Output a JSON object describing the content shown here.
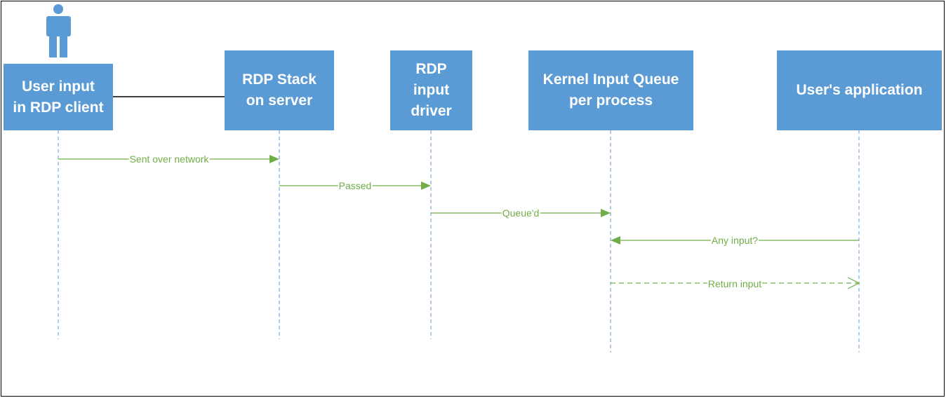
{
  "participants": [
    {
      "id": "client",
      "label": "User input\nin RDP client"
    },
    {
      "id": "stack",
      "label": "RDP Stack\non server"
    },
    {
      "id": "driver",
      "label": "RDP\ninput\ndriver"
    },
    {
      "id": "kernel",
      "label": "Kernel Input Queue\nper process"
    },
    {
      "id": "app",
      "label": "User's application"
    }
  ],
  "messages": [
    {
      "from": "client",
      "to": "stack",
      "label": "Sent over network",
      "style": "solid"
    },
    {
      "from": "stack",
      "to": "driver",
      "label": "Passed",
      "style": "solid"
    },
    {
      "from": "driver",
      "to": "kernel",
      "label": "Queue'd",
      "style": "solid"
    },
    {
      "from": "app",
      "to": "kernel",
      "label": "Any input?",
      "style": "solid"
    },
    {
      "from": "kernel",
      "to": "app",
      "label": "Return input",
      "style": "dashed"
    }
  ],
  "colors": {
    "box": "#5b9bd5",
    "box_text": "#ffffff",
    "lifeline": "#5b9bd5",
    "message": "#70ad47",
    "actor": "#5b9bd5",
    "connector": "#000000"
  },
  "icons": {
    "actor": "person-icon"
  }
}
